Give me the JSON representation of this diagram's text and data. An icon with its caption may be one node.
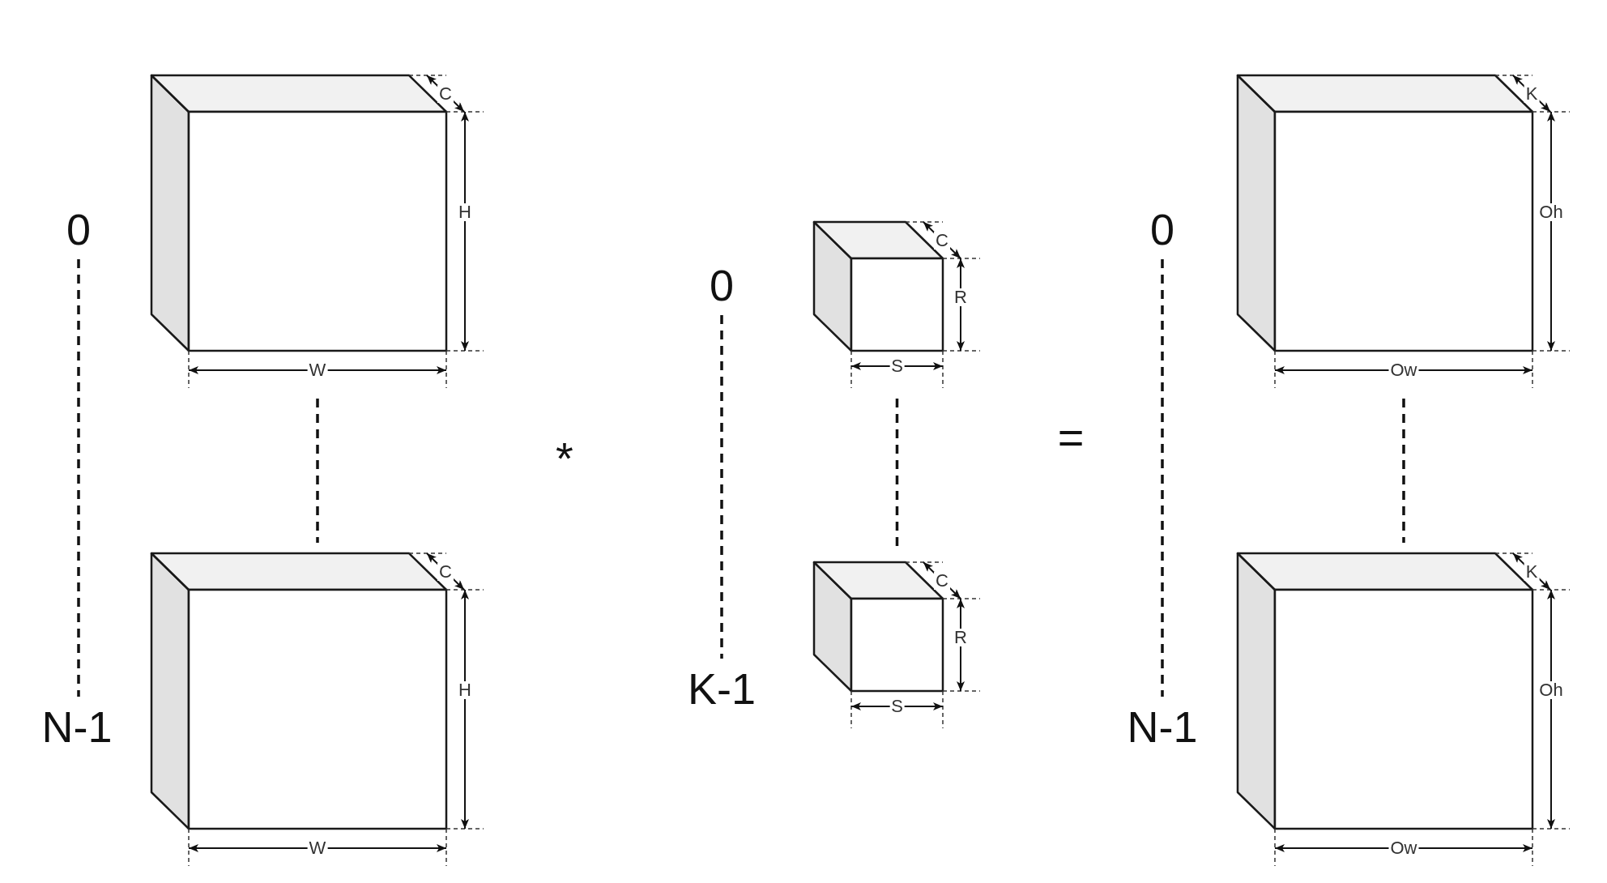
{
  "diagram": {
    "nodes": [
      {
        "text": [
          "0"
        ]
      },
      {
        "text": [
          "N-1"
        ]
      },
      {
        "text": [
          "C",
          "H",
          "W"
        ]
      },
      {
        "text": [
          "C",
          "H",
          "W"
        ]
      },
      {
        "text": [
          "0"
        ]
      },
      {
        "text": [
          "K-1"
        ]
      },
      {
        "text": [
          "C",
          "R",
          "S"
        ]
      },
      {
        "text": [
          "C",
          "R",
          "S"
        ]
      },
      {
        "text": [
          "0"
        ]
      },
      {
        "text": [
          "N-1"
        ]
      },
      {
        "text": [
          "K",
          "Oh",
          "Ow"
        ]
      },
      {
        "text": [
          "K",
          "Oh",
          "Ow"
        ]
      }
    ],
    "edges": [
      {
        "from": 0,
        "to": 1,
        "arrow": "none",
        "style": "dashed"
      },
      {
        "from": 2,
        "to": 3,
        "arrow": "none",
        "style": "dashed"
      },
      {
        "from": 4,
        "to": 5,
        "arrow": "none",
        "style": "dashed"
      },
      {
        "from": 6,
        "to": 7,
        "arrow": "none",
        "style": "dashed"
      },
      {
        "from": 8,
        "to": 9,
        "arrow": "none",
        "style": "dashed"
      },
      {
        "from": 10,
        "to": 11,
        "arrow": "none",
        "style": "dashed"
      }
    ],
    "labels": [
      "*",
      "="
    ]
  }
}
